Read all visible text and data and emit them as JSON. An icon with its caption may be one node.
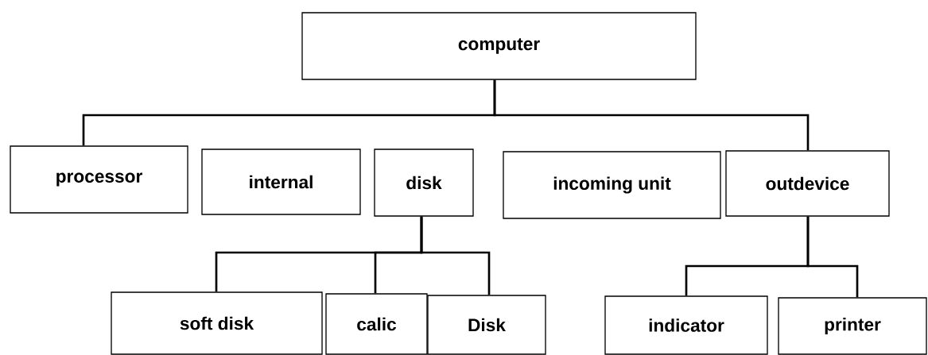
{
  "diagram": {
    "nodes": [
      {
        "text": [
          "computer"
        ]
      },
      {
        "text": [
          "processor"
        ]
      },
      {
        "text": [
          "internal"
        ]
      },
      {
        "text": [
          "disk"
        ]
      },
      {
        "text": [
          "incoming unit"
        ]
      },
      {
        "text": [
          "outdevice"
        ]
      },
      {
        "text": [
          "soft disk"
        ]
      },
      {
        "text": [
          "calic"
        ]
      },
      {
        "text": [
          "Disk"
        ]
      },
      {
        "text": [
          "indicator"
        ]
      },
      {
        "text": [
          "printer"
        ]
      }
    ],
    "edges": [
      {
        "from": 0,
        "to": 1,
        "arrow": "none"
      },
      {
        "from": 0,
        "to": 5,
        "arrow": "none"
      },
      {
        "from": 3,
        "to": 6,
        "arrow": "none"
      },
      {
        "from": 3,
        "to": 7,
        "arrow": "none"
      },
      {
        "from": 3,
        "to": 8,
        "arrow": "none"
      },
      {
        "from": 5,
        "to": 9,
        "arrow": "none"
      },
      {
        "from": 5,
        "to": 10,
        "arrow": "none"
      }
    ]
  }
}
